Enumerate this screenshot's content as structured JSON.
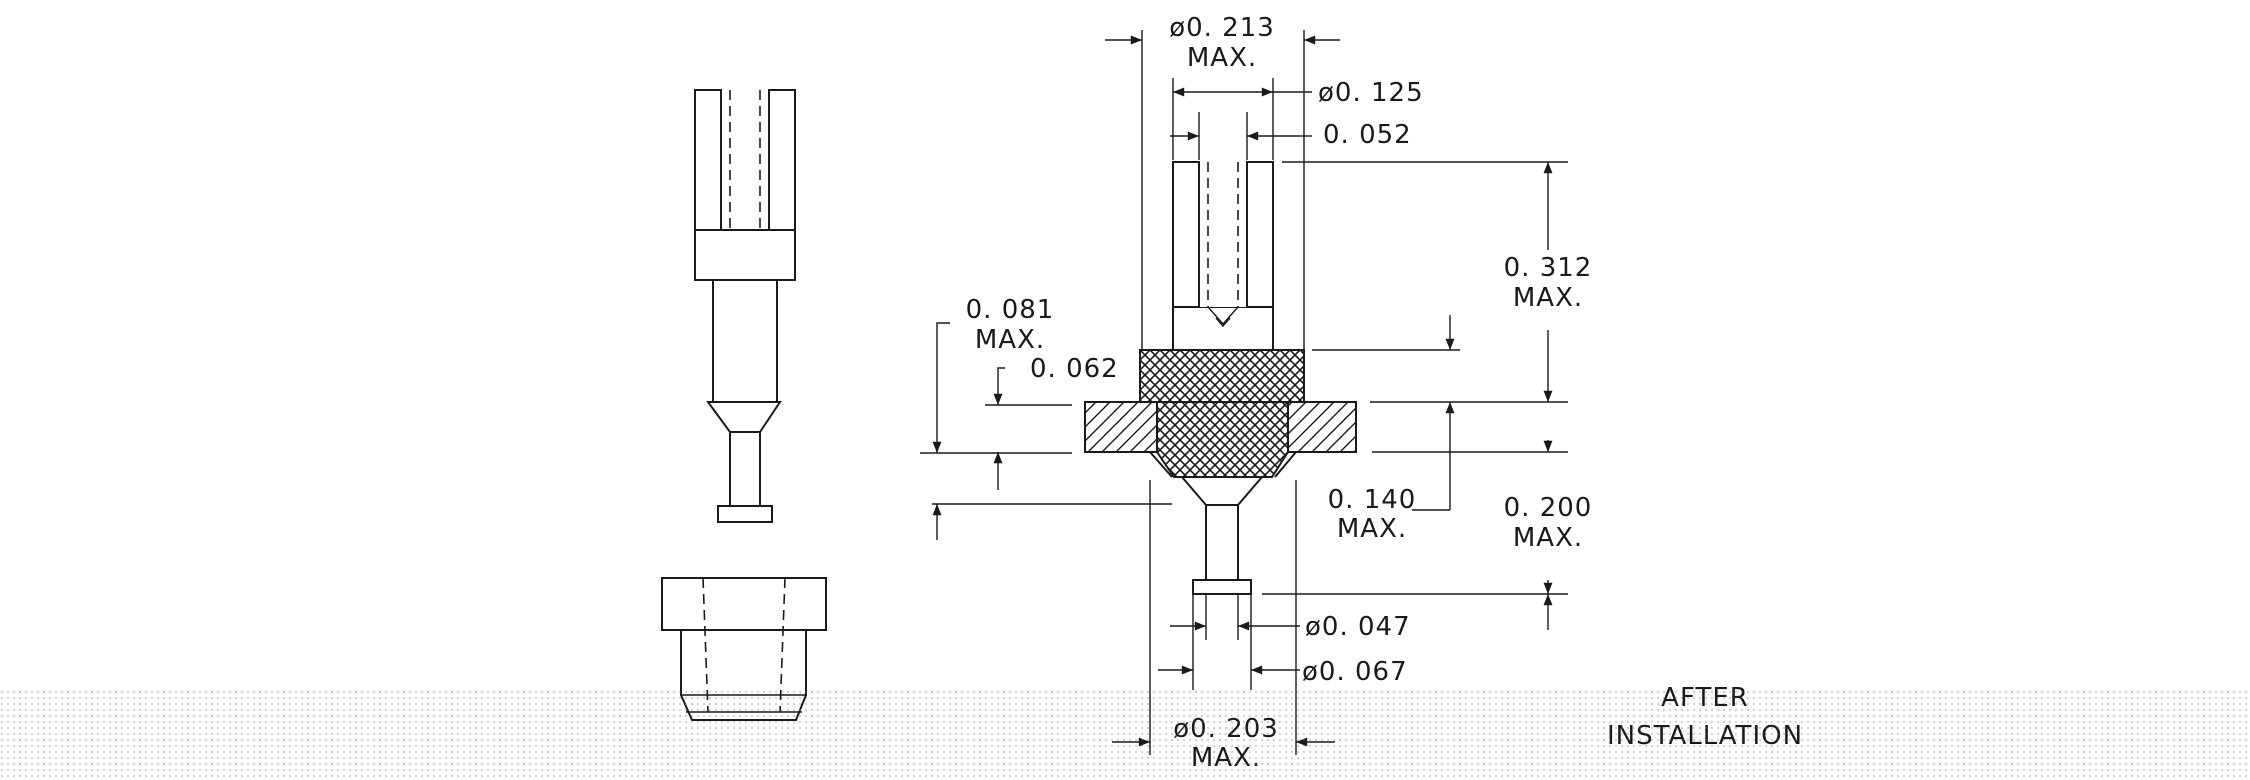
{
  "drawing": {
    "left_view": "terminal and bushing, before installation",
    "right_view": "terminal installed in panel"
  },
  "dimensions": {
    "d213": "ø0. 213",
    "d213_max": "MAX.",
    "d125": "ø0. 125",
    "d052": "0. 052",
    "d312": "0. 312",
    "d312_max": "MAX.",
    "d081": "0. 081",
    "d081_max": "MAX.",
    "d062": "0. 062",
    "d140": "0. 140",
    "d140_max": "MAX.",
    "d200": "0. 200",
    "d200_max": "MAX.",
    "d047": "ø0. 047",
    "d067": "ø0. 067",
    "d203": "ø0. 203",
    "d203_max": "MAX."
  },
  "caption": {
    "line1": "AFTER",
    "line2": "INSTALLATION"
  }
}
